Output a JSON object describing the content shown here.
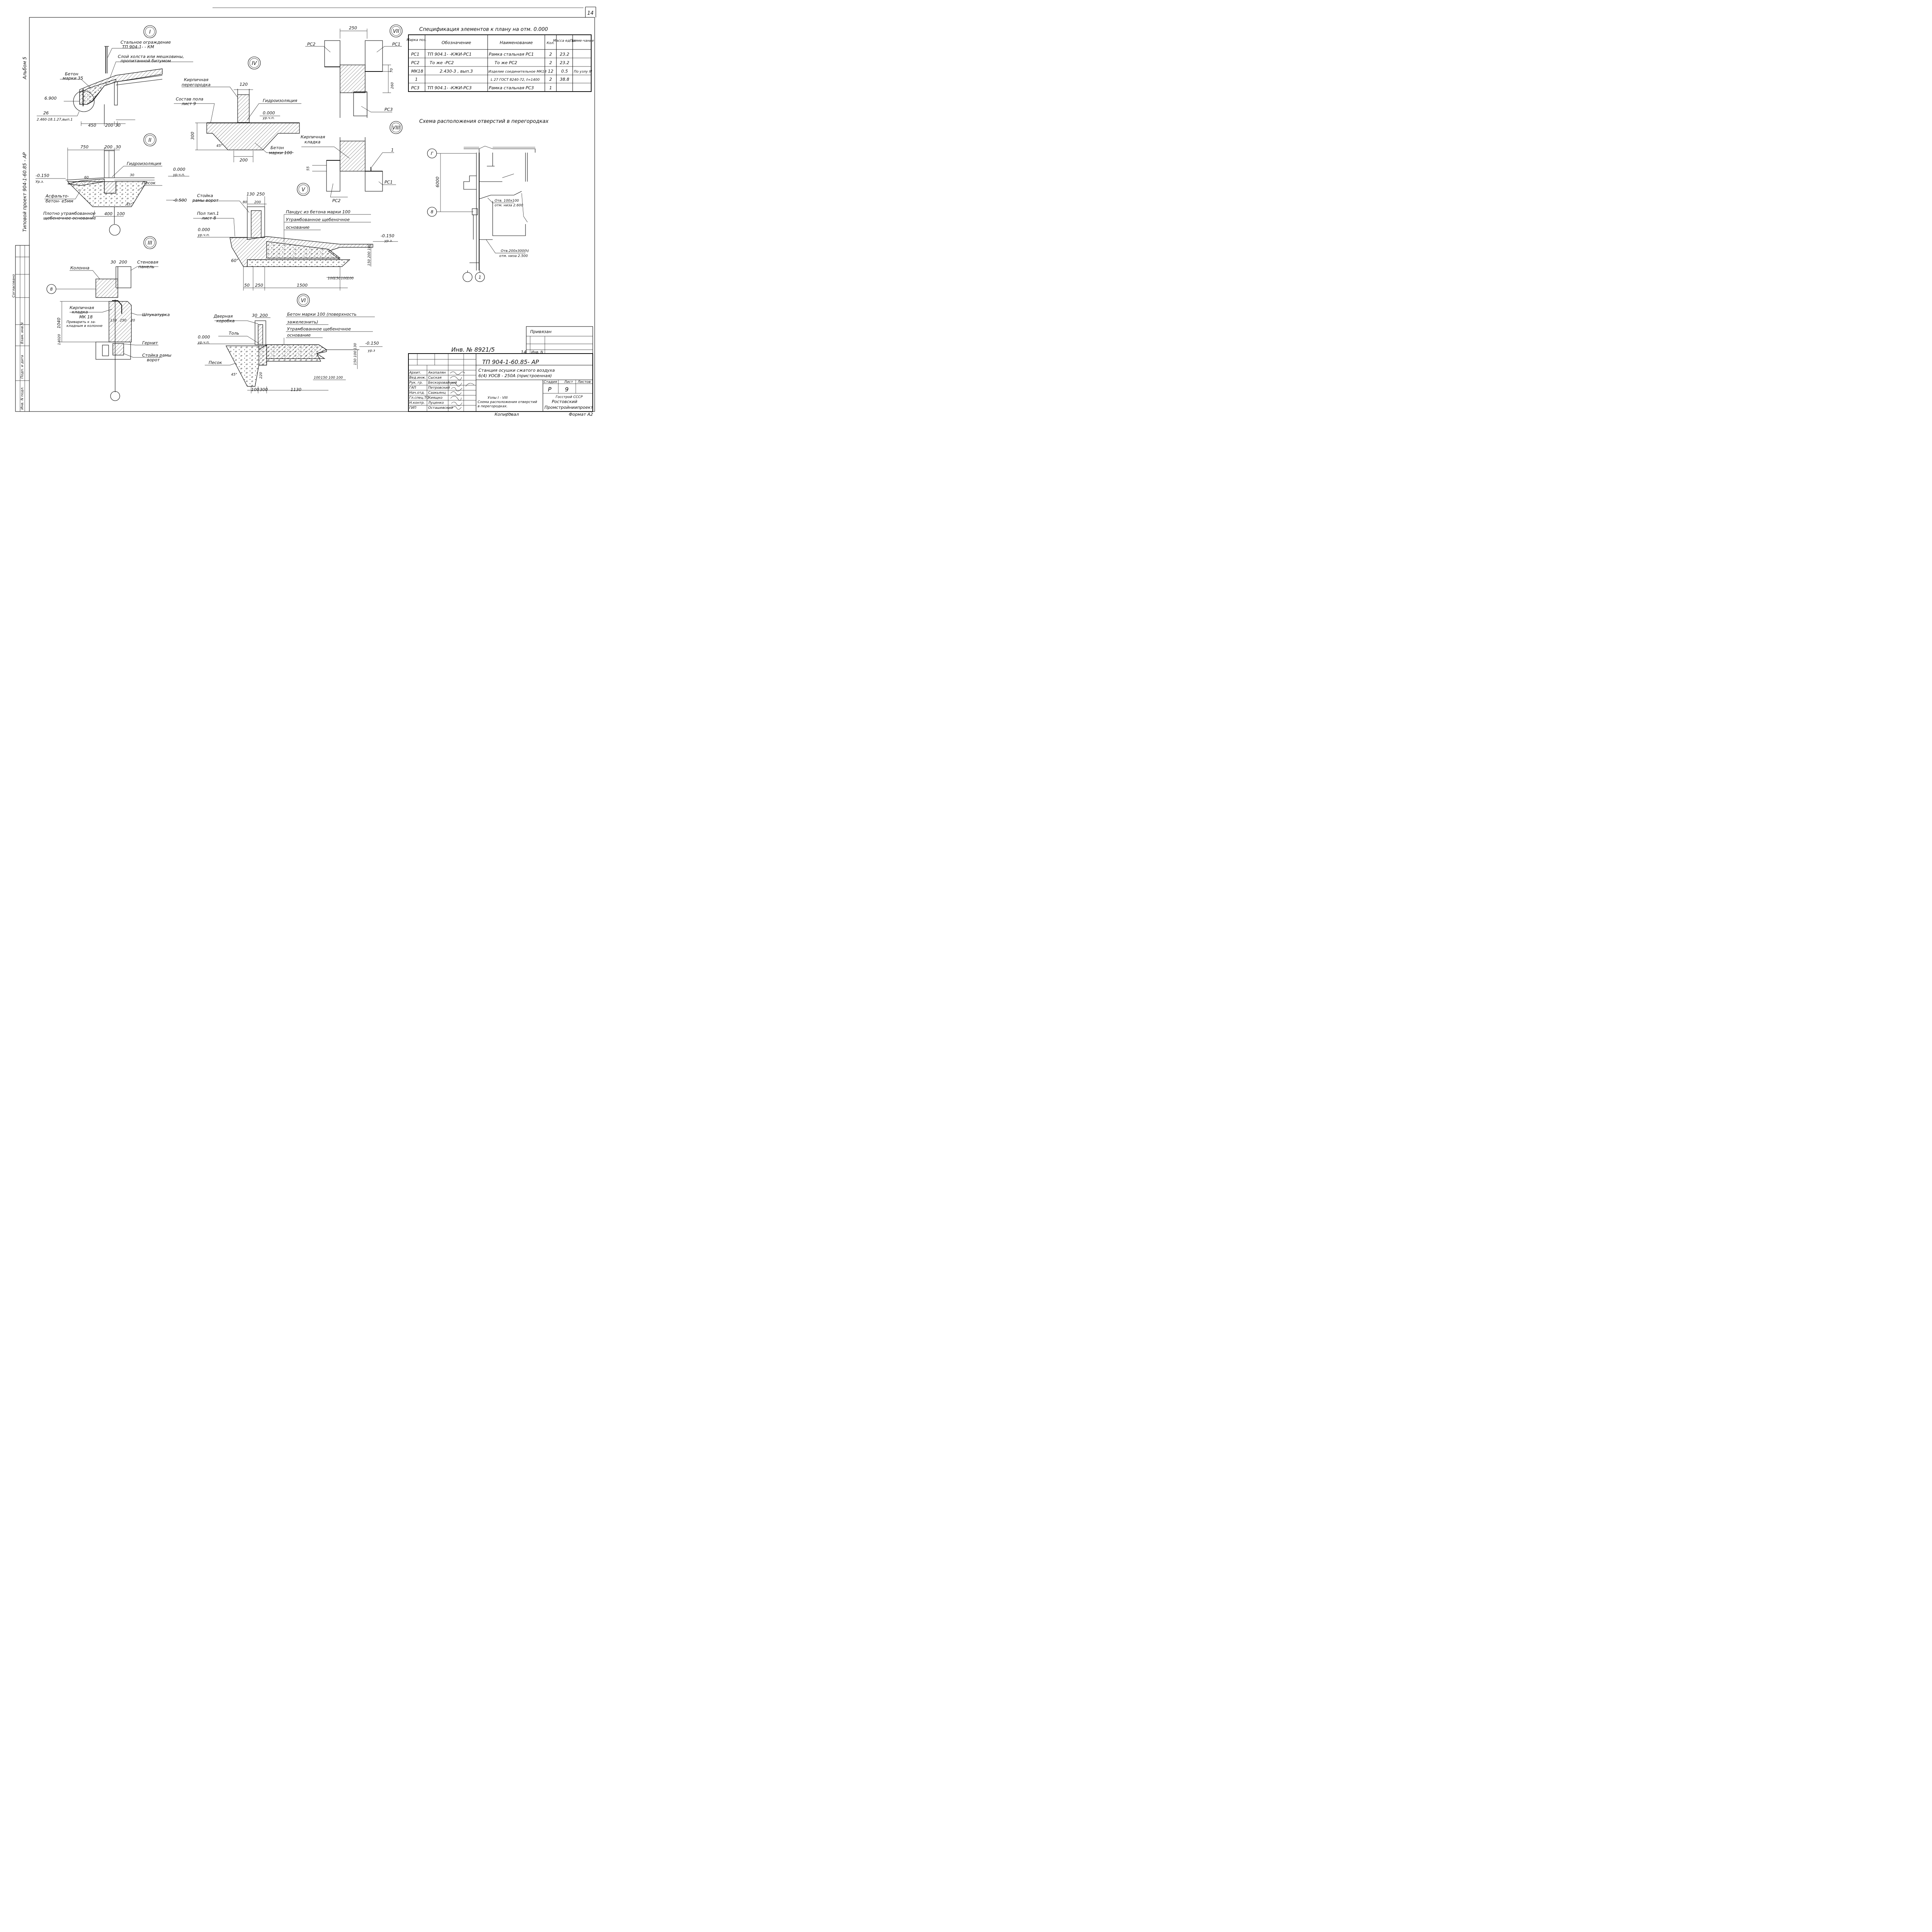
{
  "page": {
    "sheet_corner_number": "14"
  },
  "album": {
    "line1": "Типовой   проект   904-1-60.85 - АР",
    "line2": "Альбом   5"
  },
  "left_strip": {
    "agreed": "Согласовано",
    "inv_no": "Инв. N подл.",
    "sign_date": "Подп. и дата",
    "replace_inv": "Взам. инв.N"
  },
  "node1": {
    "label": "I",
    "fence": "Стальное ограждение",
    "fence_ref": "ТП 904-1-  - КМ",
    "canvas": "Слой холста или мешковины,",
    "canvas2": "пропитанной битумом",
    "concrete": "Бетон",
    "concrete2": "марки 35",
    "level": "6.900",
    "ref_26": "26",
    "ref_doc": "2.460-18.1.27,вып.1",
    "d450": "450",
    "d200": "200",
    "d30": "30"
  },
  "node2": {
    "label": "II",
    "d750": "750",
    "d200": "200",
    "d30": "30",
    "waterproof": "Гидроизоляция",
    "lvl_m0150": "-0.150",
    "lvl_m0150_sub": "Ур.з.",
    "lvl_0000": "0.000",
    "lvl_0000_sub": "ур.ч.п.",
    "d60": "60",
    "d30b": "30",
    "sand": "Песок",
    "lvl_m0500": "-0.500",
    "asphalt": "Асфальто-",
    "asphalt2": "бетон- е5мм",
    "base": "Плотно утрамбованное",
    "base2": "щебеночное основание",
    "angle": "45°",
    "d400": "400",
    "d100": "100"
  },
  "node3": {
    "label": "III",
    "column": "Колонна",
    "d30": "30",
    "d200": "200",
    "panel": "Стеновая",
    "panel2": "панель",
    "axis": "8",
    "brick": "Кирпичная",
    "brick2": "кладка",
    "mk": "МК 18",
    "weld": "Приварить к за-",
    "weld2": "кладным в колонне",
    "plaster": "Штукатурка",
    "d130": "130",
    "d250": "250",
    "d20": "20",
    "d1040": "1040",
    "d140": "140",
    "d20b": "20",
    "gernit": "Гернит",
    "post": "Стойка рамы",
    "post2": "ворот"
  },
  "node4": {
    "label": "IV",
    "brick": "Кирпичная",
    "brick2": "перегородка",
    "d120": "120",
    "floor": "Состав пола",
    "floor2": "лист 9",
    "waterproof": "Гидроизоляция",
    "lvl": "0.000",
    "lvl_sub": "ур.ч.п.",
    "d300": "300",
    "angle": "45°",
    "concrete": "Бетон",
    "concrete2": "марки 100",
    "d200": "200"
  },
  "node5": {
    "label": "V",
    "post": "Стойка",
    "post2": "рамы ворот",
    "d130": "130",
    "d250": "250",
    "d80": "80",
    "d200": "200",
    "floor": "Пол тип.1",
    "floor2": "лист 8",
    "ramp": "Пандус из бетона марки 100",
    "rammed": "Утрамбованное  щебеночное",
    "base": "основание",
    "lvl": "0.000",
    "lvl_sub": "ур.ч.п.",
    "lvl2": "-0.150",
    "lvl2_sub": "ур.з.",
    "angle": "60°",
    "d200v": "200",
    "d100v": "100",
    "d150v": "150",
    "dims": [
      "100",
      "150",
      "100",
      "100"
    ],
    "d50": "50",
    "d250b": "250",
    "d1500": "1500"
  },
  "node6": {
    "label": "VI",
    "door": "Дверная",
    "door2": "коробка",
    "d30": "30",
    "d200": "200",
    "concrete": "Бетон марки 100 (поверхность",
    "concrete2": "зажелезнить)",
    "rammed": "Утрамбованное  щебеночное",
    "base": "основание",
    "tol": "Толь",
    "lvl": "0.000",
    "lvl_sub": "ур.ч.п.",
    "lvl2": "-0.150",
    "lvl2_sub": "ур.з",
    "sand": "Песок",
    "angle": "45°",
    "d220": "220",
    "dims": [
      "100",
      "150",
      "100",
      "100"
    ],
    "dv": [
      "100",
      "150",
      "130"
    ],
    "d100": "100",
    "d300": "300",
    "d1130": "1130"
  },
  "node7": {
    "label": "VII",
    "d250": "250",
    "rc2": "РС2",
    "rc1": "РС1",
    "d70": "70",
    "d260": "260",
    "rc3": "РС3"
  },
  "node8": {
    "label": "VIII",
    "brick": "Кирпичная",
    "brick2": "кладка",
    "ref1": "1",
    "d55": "55",
    "rc1": "РС1",
    "rc2": "РС2"
  },
  "spec": {
    "title": "Спецификация элементов к плану на отм. 0.000",
    "headers": [
      "Марка поз.",
      "Обозначение",
      "Наименование",
      "Кол.",
      "Масса ед. кг",
      "Приме-чание"
    ],
    "rows": [
      [
        "РС1",
        "ТП 904.1-   -КЖИ-РС1",
        "Рамка стальная  РС1",
        "2",
        "23.2",
        ""
      ],
      [
        "РС2",
        "То же      -РС2",
        "То же        РС2",
        "2",
        "23.2",
        ""
      ],
      [
        "МК18",
        "2.430-3 , вып.3",
        "Изделие соединительное МК18",
        "12",
        "0.5",
        "По узлу III"
      ],
      [
        "1",
        "",
        "L 27 ГОСТ 8240-72, ℓ=1400",
        "2",
        "38.8",
        ""
      ],
      [
        "РС3",
        "ТП 904.1-   -КЖИ-РС3",
        "Рамка стальная  РС3",
        "1",
        "",
        ""
      ]
    ]
  },
  "scheme": {
    "title": "Схема расположения отверстий в перегородках",
    "axis_g": "Г",
    "axis_8": "8",
    "axis_1": "1",
    "d6000": "6000",
    "hole1": "Отв. 100х100",
    "hole1b": "отм. низа 2.600",
    "hole2": "Отв.200х300(h)",
    "hole2b": "отм. низа 2.500"
  },
  "stamp": {
    "bound": "Привязан",
    "inv_label": "Инв. N",
    "inv": "Инв. № 8921/5",
    "inv_small": "14",
    "code": "ТП  904-1-60.85- АР",
    "title1": "Станция  осушки  сжатого воздуха",
    "title2": "6(4) УОСВ - 250А  (пристроенная)",
    "sheet_title1": "Узлы  I - VIII",
    "sheet_title2": "Схема расположения отверстий",
    "sheet_title3": "в перегородках.",
    "stage_h": "Стадия",
    "sheet_h": "Лист",
    "sheets_h": "Листов",
    "stage": "Р",
    "sheet": "9",
    "org1": "Госстрой СССР",
    "org2": "Ростовский",
    "org3": "Промстройниипроект",
    "copied": "Копировал",
    "format": "Формат А2",
    "roles": [
      [
        "Архит.",
        "Акопалян"
      ],
      [
        "Вед.инж.",
        "Сыская"
      ],
      [
        "Рук. гр.",
        "Бескоровайный"
      ],
      [
        "ГАП",
        "Петровский"
      ],
      [
        "Нач.отд.",
        "Саакьянц"
      ],
      [
        "Гл.спец.ТО",
        "Киящко"
      ],
      [
        "Н.контр.",
        "Луценко"
      ],
      [
        "ГИП",
        "Осташевский"
      ]
    ]
  }
}
